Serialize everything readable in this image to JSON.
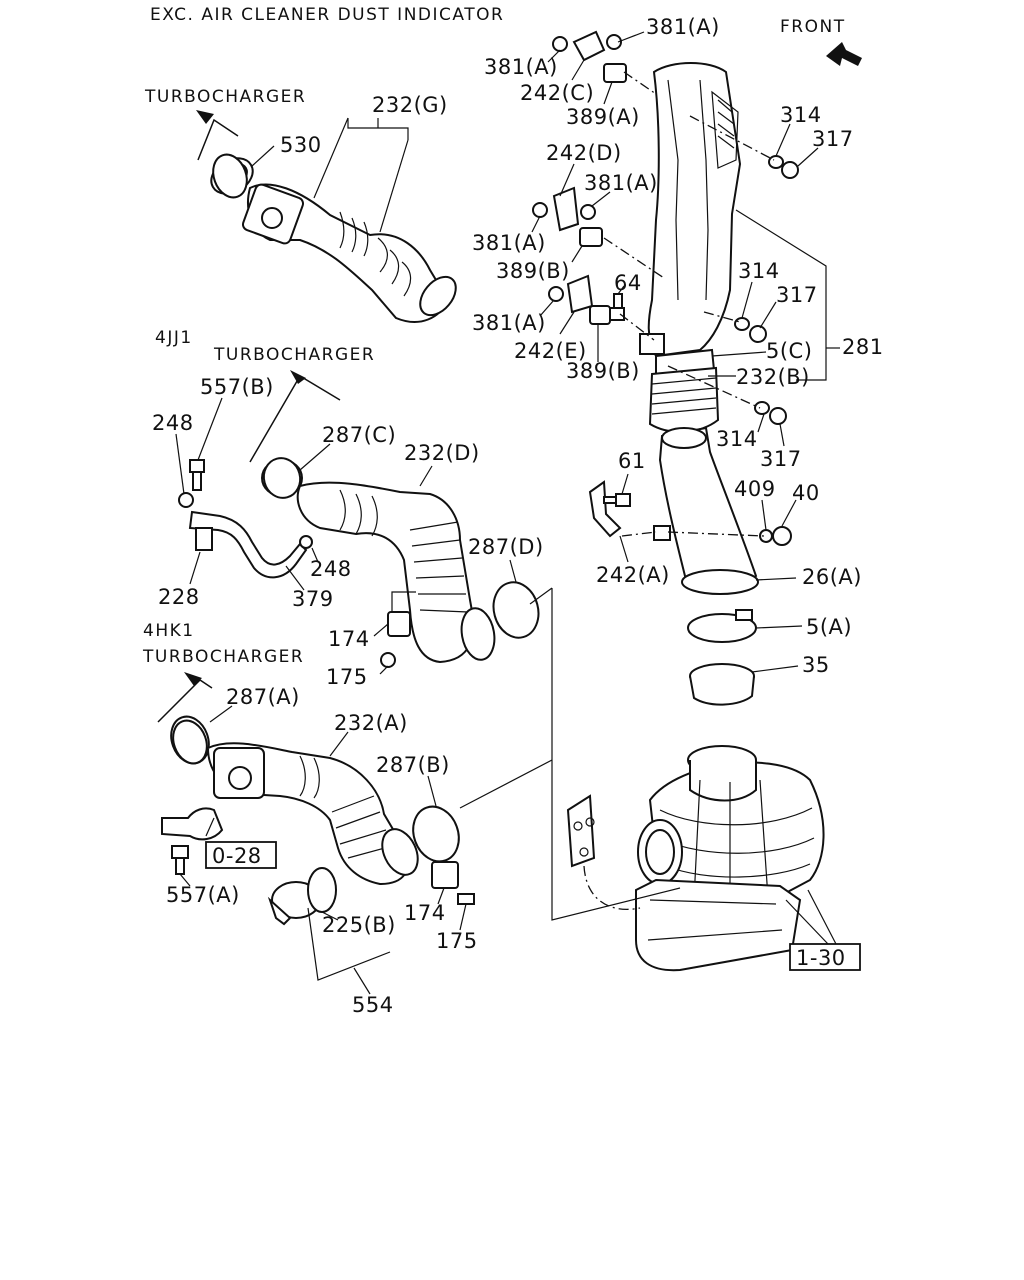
{
  "headers": {
    "title": "EXC. AIR CLEANER DUST INDICATOR",
    "front": "FRONT",
    "turbocharger": "TURBOCHARGER",
    "engine_4jj1": "4JJ1",
    "engine_4hk1": "4HK1"
  },
  "labels": {
    "l_381a_top": "381(A)",
    "l_381a_left": "381(A)",
    "l_242c": "242(C)",
    "l_389a": "389(A)",
    "l_314_top": "314",
    "l_317_top": "317",
    "l_242d": "242(D)",
    "l_381a_mid": "381(A)",
    "l_381a_mid2": "381(A)",
    "l_389b_top": "389(B)",
    "l_64": "64",
    "l_314_mid": "314",
    "l_317_mid": "317",
    "l_381a_low": "381(A)",
    "l_242e": "242(E)",
    "l_389b_low": "389(B)",
    "l_5c": "5(C)",
    "l_281": "281",
    "l_232b": "232(B)",
    "l_314_low": "314",
    "l_317_low": "317",
    "l_61": "61",
    "l_409": "409",
    "l_40": "40",
    "l_242a": "242(A)",
    "l_26a": "26(A)",
    "l_5a": "5(A)",
    "l_35": "35",
    "l_232g": "232(G)",
    "l_530": "530",
    "l_557b": "557(B)",
    "l_248_top": "248",
    "l_287c": "287(C)",
    "l_232d": "232(D)",
    "l_287d": "287(D)",
    "l_248_low": "248",
    "l_228": "228",
    "l_379": "379",
    "l_174_mid": "174",
    "l_175_mid": "175",
    "l_287a": "287(A)",
    "l_232a": "232(A)",
    "l_287b": "287(B)",
    "l_557a": "557(A)",
    "l_174_low": "174",
    "l_225b": "225(B)",
    "l_175_low": "175",
    "l_554": "554"
  },
  "references": {
    "ref_028": "0-28",
    "ref_130": "1-30"
  }
}
